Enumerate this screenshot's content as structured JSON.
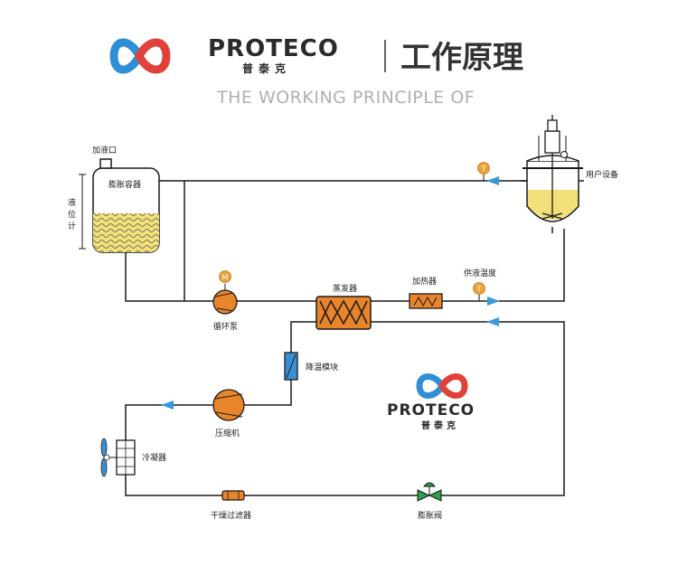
{
  "header": {
    "brand_latin": "PROTECO",
    "brand_cn": "普泰克",
    "title_cn": "工作原理",
    "title_en": "THE WORKING PRINCIPLE OF"
  },
  "center_logo": {
    "brand_latin": "PROTECO",
    "brand_cn": "普泰克"
  },
  "labels": {
    "fill_port": "加液口",
    "expansion_tank": "膨胀容器",
    "level_gauge_1": "液",
    "level_gauge_2": "位",
    "level_gauge_3": "计",
    "user_equipment": "用户设备",
    "circulation_pump": "循环泵",
    "evaporator": "蒸发器",
    "heater": "加热器",
    "supply_temp": "供液温度",
    "cooling_module": "降温模块",
    "compressor": "压缩机",
    "condenser": "冷凝器",
    "dryer_filter": "干燥过滤器",
    "expansion_valve": "膨胀阀",
    "temp_sensor_symbol": "T",
    "motor_symbol": "M"
  },
  "colors": {
    "pipe": "#1a1a1a",
    "arrow": "#3a9ad9",
    "liquid": "#f2e07a",
    "component_orange": "#e8842a",
    "sensor": "#e8a23a",
    "valve_green": "#2e9e4a",
    "cooling_blue": "#3a8fd4",
    "logo_blue": "#2f8fd6",
    "logo_red": "#e0413a"
  }
}
